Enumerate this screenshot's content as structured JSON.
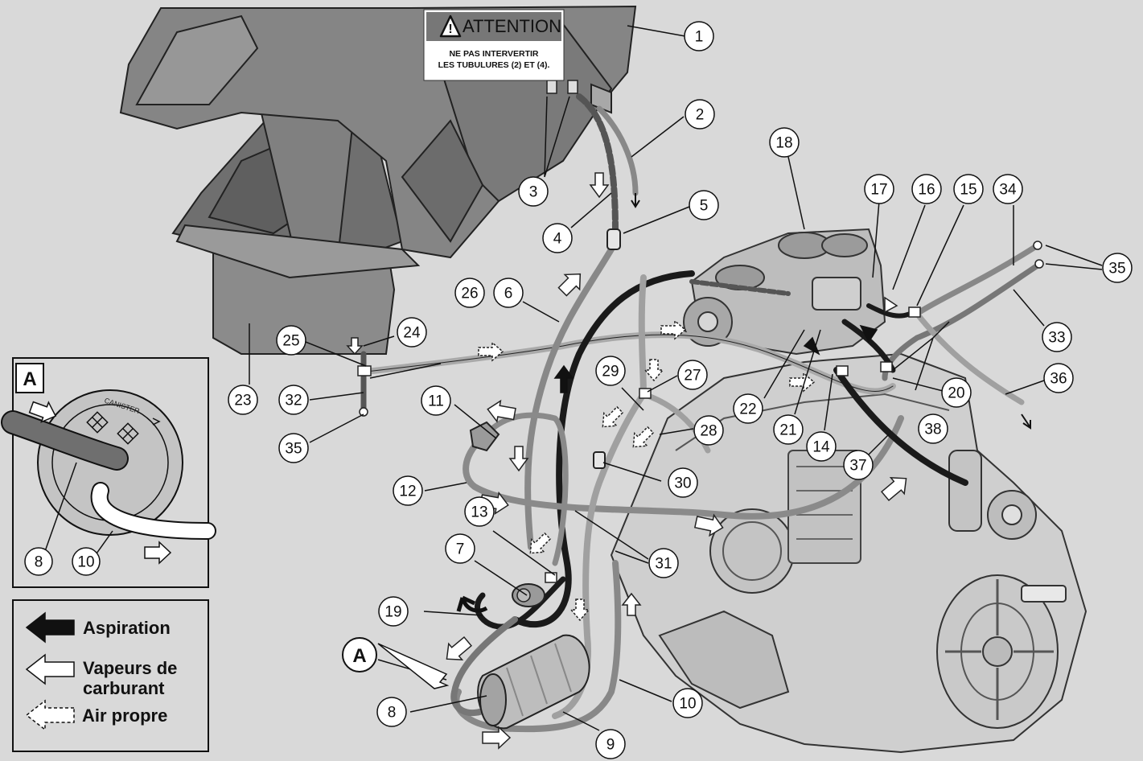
{
  "warning": {
    "title": "ATTENTION",
    "line1": "NE PAS INTERVERTIR",
    "line2": "LES TUBULURES (2) ET (4)."
  },
  "inset": {
    "label": "A",
    "canister_text": "CANISTER",
    "callouts": [
      "8",
      "10"
    ]
  },
  "pointer_label": "A",
  "legend": {
    "aspiration": "Aspiration",
    "vapeurs_line1": "Vapeurs de",
    "vapeurs_line2": "carburant",
    "air": "Air propre"
  },
  "callouts": [
    "1",
    "2",
    "3",
    "4",
    "5",
    "6",
    "7",
    "8",
    "9",
    "10",
    "11",
    "12",
    "13",
    "14",
    "15",
    "16",
    "17",
    "18",
    "19",
    "20",
    "21",
    "22",
    "23",
    "24",
    "25",
    "26",
    "27",
    "28",
    "29",
    "30",
    "31",
    "32",
    "33",
    "34",
    "35",
    "35",
    "36",
    "37",
    "38"
  ],
  "colors": {
    "background": "#d9d9d9",
    "body": "#8a8a8a",
    "engine": "#c8c8c8",
    "hose_dark": "#1a1a1a",
    "hose_gray": "#777777",
    "hose_light": "#a9a9a9"
  }
}
